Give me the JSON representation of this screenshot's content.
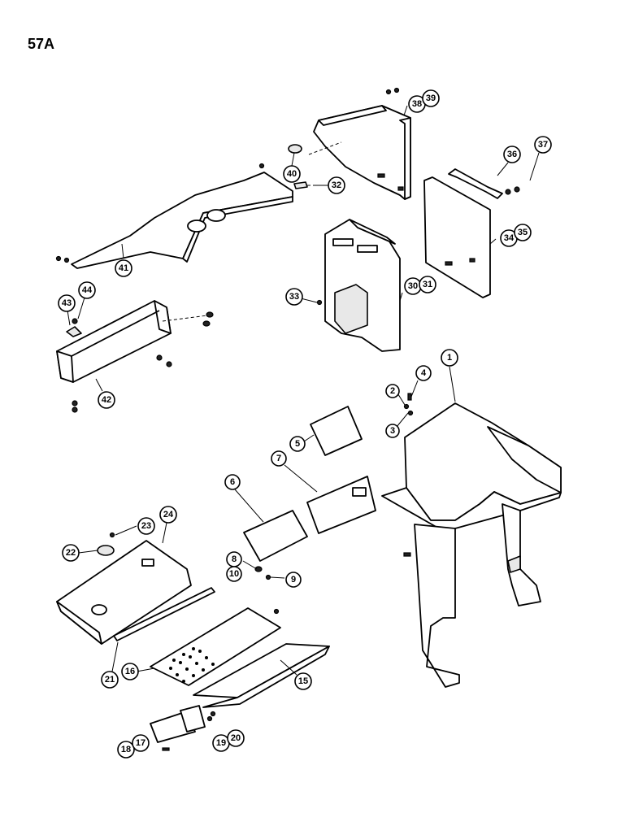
{
  "page": {
    "number": "57A"
  },
  "callouts": [
    {
      "id": "c1",
      "label": "1"
    },
    {
      "id": "c2",
      "label": "2"
    },
    {
      "id": "c3",
      "label": "3"
    },
    {
      "id": "c4",
      "label": "4"
    },
    {
      "id": "c5",
      "label": "5"
    },
    {
      "id": "c6",
      "label": "6"
    },
    {
      "id": "c7",
      "label": "7"
    },
    {
      "id": "c8",
      "label": "8"
    },
    {
      "id": "c9",
      "label": "9"
    },
    {
      "id": "c10",
      "label": "10"
    },
    {
      "id": "c15",
      "label": "15"
    },
    {
      "id": "c16",
      "label": "16"
    },
    {
      "id": "c17",
      "label": "17"
    },
    {
      "id": "c18",
      "label": "18"
    },
    {
      "id": "c19",
      "label": "19"
    },
    {
      "id": "c20",
      "label": "20"
    },
    {
      "id": "c21",
      "label": "21"
    },
    {
      "id": "c22",
      "label": "22"
    },
    {
      "id": "c23",
      "label": "23"
    },
    {
      "id": "c24",
      "label": "24"
    },
    {
      "id": "c30",
      "label": "30"
    },
    {
      "id": "c31",
      "label": "31"
    },
    {
      "id": "c32",
      "label": "32"
    },
    {
      "id": "c33",
      "label": "33"
    },
    {
      "id": "c34",
      "label": "34"
    },
    {
      "id": "c35",
      "label": "35"
    },
    {
      "id": "c36",
      "label": "36"
    },
    {
      "id": "c37",
      "label": "37"
    },
    {
      "id": "c38",
      "label": "38"
    },
    {
      "id": "c39",
      "label": "39"
    },
    {
      "id": "c40",
      "label": "40"
    },
    {
      "id": "c41",
      "label": "41"
    },
    {
      "id": "c42",
      "label": "42"
    },
    {
      "id": "c43",
      "label": "43"
    },
    {
      "id": "c44",
      "label": "44"
    }
  ]
}
